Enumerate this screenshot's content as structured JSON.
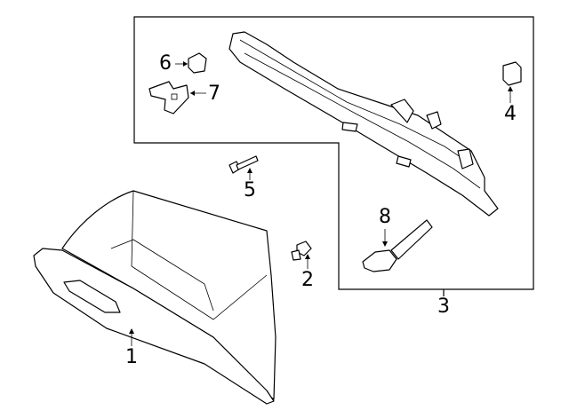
{
  "diagram": {
    "callouts": [
      {
        "id": "1",
        "label": "1",
        "part": "glove-box"
      },
      {
        "id": "2",
        "label": "2",
        "part": "clip"
      },
      {
        "id": "3",
        "label": "3",
        "part": "glove-box-frame-assembly"
      },
      {
        "id": "4",
        "label": "4",
        "part": "bumper-stop"
      },
      {
        "id": "5",
        "label": "5",
        "part": "bolt"
      },
      {
        "id": "6",
        "label": "6",
        "part": "retainer"
      },
      {
        "id": "7",
        "label": "7",
        "part": "bracket"
      },
      {
        "id": "8",
        "label": "8",
        "part": "damper"
      }
    ]
  }
}
